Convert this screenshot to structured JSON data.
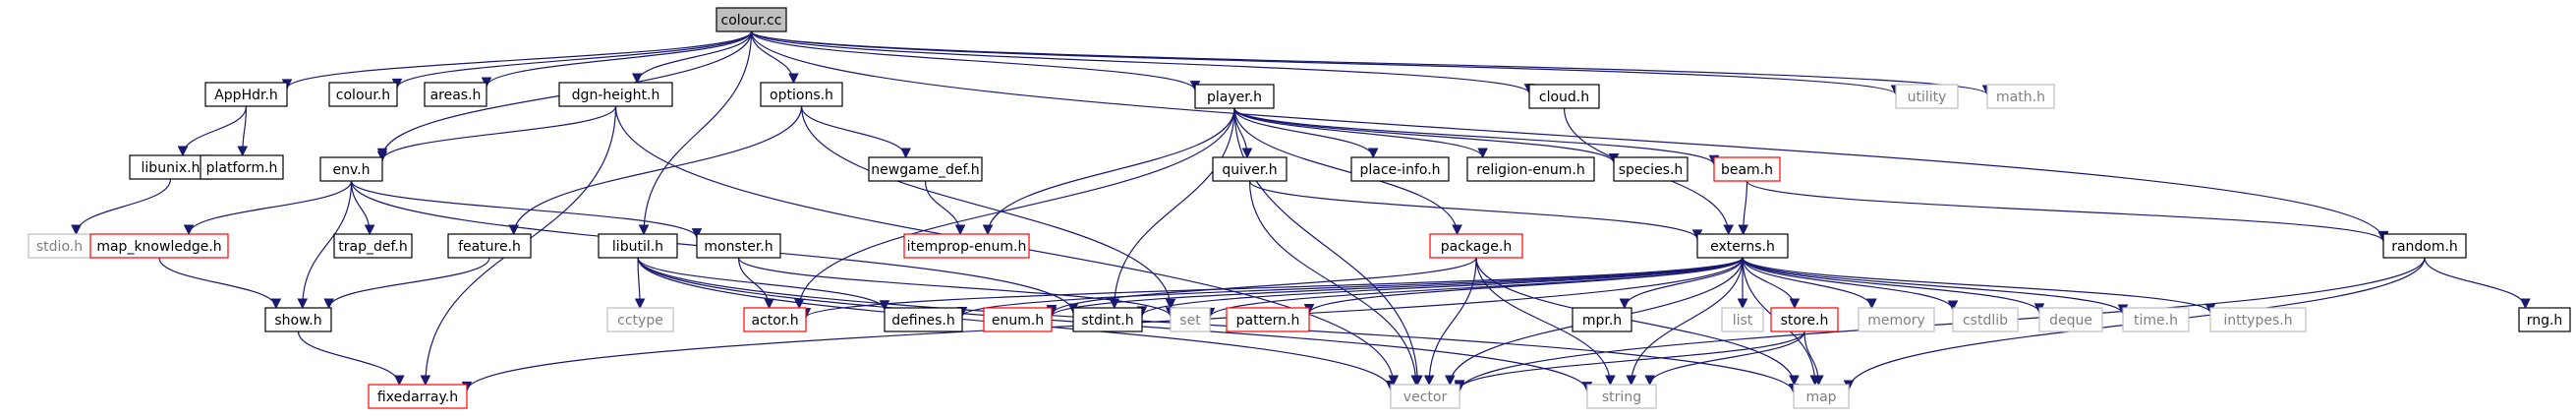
{
  "graph": {
    "colors": {
      "edge": "#191970",
      "node_border": "#000000",
      "missing_border": "#ff0000",
      "external_border": "#bfbfbf",
      "root_fill": "#bfbfbf",
      "text": "#000000",
      "external_text": "#7f7f7f"
    },
    "nodes": [
      {
        "id": "colour_cc",
        "label": "colour.cc",
        "kind": "root"
      },
      {
        "id": "apphdr",
        "label": "AppHdr.h",
        "kind": "normal"
      },
      {
        "id": "colour_h",
        "label": "colour.h",
        "kind": "normal"
      },
      {
        "id": "areas",
        "label": "areas.h",
        "kind": "normal"
      },
      {
        "id": "dgnheight",
        "label": "dgn-height.h",
        "kind": "normal"
      },
      {
        "id": "options",
        "label": "options.h",
        "kind": "normal"
      },
      {
        "id": "player",
        "label": "player.h",
        "kind": "normal"
      },
      {
        "id": "cloud",
        "label": "cloud.h",
        "kind": "normal"
      },
      {
        "id": "utility",
        "label": "utility",
        "kind": "external"
      },
      {
        "id": "math",
        "label": "math.h",
        "kind": "external"
      },
      {
        "id": "libunix",
        "label": "libunix.h",
        "kind": "normal"
      },
      {
        "id": "platform",
        "label": "platform.h",
        "kind": "normal"
      },
      {
        "id": "env",
        "label": "env.h",
        "kind": "normal"
      },
      {
        "id": "newgame_def",
        "label": "newgame_def.h",
        "kind": "normal"
      },
      {
        "id": "quiver",
        "label": "quiver.h",
        "kind": "normal"
      },
      {
        "id": "placeinfo",
        "label": "place-info.h",
        "kind": "normal"
      },
      {
        "id": "religionenum",
        "label": "religion-enum.h",
        "kind": "normal"
      },
      {
        "id": "species",
        "label": "species.h",
        "kind": "normal"
      },
      {
        "id": "beam",
        "label": "beam.h",
        "kind": "missing"
      },
      {
        "id": "stdio",
        "label": "stdio.h",
        "kind": "external"
      },
      {
        "id": "map_knowledge",
        "label": "map_knowledge.h",
        "kind": "missing"
      },
      {
        "id": "trap_def",
        "label": "trap_def.h",
        "kind": "normal"
      },
      {
        "id": "itemprop",
        "label": "itemprop-enum.h",
        "kind": "missing"
      },
      {
        "id": "feature",
        "label": "feature.h",
        "kind": "normal"
      },
      {
        "id": "libutil",
        "label": "libutil.h",
        "kind": "normal"
      },
      {
        "id": "monster",
        "label": "monster.h",
        "kind": "normal"
      },
      {
        "id": "package",
        "label": "package.h",
        "kind": "missing"
      },
      {
        "id": "externs",
        "label": "externs.h",
        "kind": "normal"
      },
      {
        "id": "random",
        "label": "random.h",
        "kind": "normal"
      },
      {
        "id": "show",
        "label": "show.h",
        "kind": "normal"
      },
      {
        "id": "cctype",
        "label": "cctype",
        "kind": "external"
      },
      {
        "id": "actor",
        "label": "actor.h",
        "kind": "missing"
      },
      {
        "id": "defines",
        "label": "defines.h",
        "kind": "normal"
      },
      {
        "id": "enum",
        "label": "enum.h",
        "kind": "missing"
      },
      {
        "id": "stdint",
        "label": "stdint.h",
        "kind": "normal"
      },
      {
        "id": "set",
        "label": "set",
        "kind": "external"
      },
      {
        "id": "pattern",
        "label": "pattern.h",
        "kind": "missing"
      },
      {
        "id": "mpr",
        "label": "mpr.h",
        "kind": "normal"
      },
      {
        "id": "list",
        "label": "list",
        "kind": "external"
      },
      {
        "id": "store",
        "label": "store.h",
        "kind": "missing"
      },
      {
        "id": "memory",
        "label": "memory",
        "kind": "external"
      },
      {
        "id": "cstdlib",
        "label": "cstdlib",
        "kind": "external"
      },
      {
        "id": "deque",
        "label": "deque",
        "kind": "external"
      },
      {
        "id": "time",
        "label": "time.h",
        "kind": "external"
      },
      {
        "id": "inttypes",
        "label": "inttypes.h",
        "kind": "external"
      },
      {
        "id": "rng",
        "label": "rng.h",
        "kind": "normal"
      },
      {
        "id": "fixedarray",
        "label": "fixedarray.h",
        "kind": "missing"
      },
      {
        "id": "vector",
        "label": "vector",
        "kind": "external"
      },
      {
        "id": "string",
        "label": "string",
        "kind": "external"
      },
      {
        "id": "map",
        "label": "map",
        "kind": "external"
      }
    ],
    "edges": [
      [
        "colour_cc",
        "apphdr"
      ],
      [
        "colour_cc",
        "colour_h"
      ],
      [
        "colour_cc",
        "areas"
      ],
      [
        "colour_cc",
        "dgnheight"
      ],
      [
        "colour_cc",
        "options"
      ],
      [
        "colour_cc",
        "player"
      ],
      [
        "colour_cc",
        "cloud"
      ],
      [
        "colour_cc",
        "utility"
      ],
      [
        "colour_cc",
        "math"
      ],
      [
        "colour_cc",
        "env"
      ],
      [
        "colour_cc",
        "libutil"
      ],
      [
        "colour_cc",
        "random"
      ],
      [
        "apphdr",
        "libunix"
      ],
      [
        "apphdr",
        "platform"
      ],
      [
        "libunix",
        "stdio"
      ],
      [
        "dgnheight",
        "env"
      ],
      [
        "dgnheight",
        "fixedarray"
      ],
      [
        "dgnheight",
        "vector"
      ],
      [
        "options",
        "feature"
      ],
      [
        "options",
        "newgame_def"
      ],
      [
        "options",
        "set"
      ],
      [
        "newgame_def",
        "itemprop"
      ],
      [
        "env",
        "map_knowledge"
      ],
      [
        "env",
        "trap_def"
      ],
      [
        "env",
        "show"
      ],
      [
        "env",
        "monster"
      ],
      [
        "env",
        "stdint"
      ],
      [
        "map_knowledge",
        "show"
      ],
      [
        "feature",
        "show"
      ],
      [
        "show",
        "fixedarray"
      ],
      [
        "player",
        "quiver"
      ],
      [
        "player",
        "placeinfo"
      ],
      [
        "player",
        "religionenum"
      ],
      [
        "player",
        "species"
      ],
      [
        "player",
        "beam"
      ],
      [
        "player",
        "itemprop"
      ],
      [
        "player",
        "package"
      ],
      [
        "player",
        "actor"
      ],
      [
        "player",
        "stdint"
      ],
      [
        "player",
        "vector"
      ],
      [
        "quiver",
        "externs"
      ],
      [
        "quiver",
        "vector"
      ],
      [
        "beam",
        "externs"
      ],
      [
        "beam",
        "random"
      ],
      [
        "cloud",
        "externs"
      ],
      [
        "libutil",
        "cctype"
      ],
      [
        "libutil",
        "defines"
      ],
      [
        "libutil",
        "string"
      ],
      [
        "libutil",
        "vector"
      ],
      [
        "libutil",
        "map"
      ],
      [
        "monster",
        "actor"
      ],
      [
        "monster",
        "set"
      ],
      [
        "package",
        "enum"
      ],
      [
        "package",
        "vector"
      ],
      [
        "package",
        "string"
      ],
      [
        "package",
        "map"
      ],
      [
        "externs",
        "fixedarray"
      ],
      [
        "externs",
        "actor"
      ],
      [
        "externs",
        "defines"
      ],
      [
        "externs",
        "enum"
      ],
      [
        "externs",
        "stdint"
      ],
      [
        "externs",
        "set"
      ],
      [
        "externs",
        "pattern"
      ],
      [
        "externs",
        "mpr"
      ],
      [
        "externs",
        "list"
      ],
      [
        "externs",
        "store"
      ],
      [
        "externs",
        "memory"
      ],
      [
        "externs",
        "cstdlib"
      ],
      [
        "externs",
        "deque"
      ],
      [
        "externs",
        "time"
      ],
      [
        "externs",
        "inttypes"
      ],
      [
        "externs",
        "vector"
      ],
      [
        "externs",
        "string"
      ],
      [
        "externs",
        "map"
      ],
      [
        "store",
        "vector"
      ],
      [
        "store",
        "string"
      ],
      [
        "store",
        "map"
      ],
      [
        "random",
        "rng"
      ],
      [
        "random",
        "vector"
      ],
      [
        "random",
        "map"
      ]
    ]
  }
}
